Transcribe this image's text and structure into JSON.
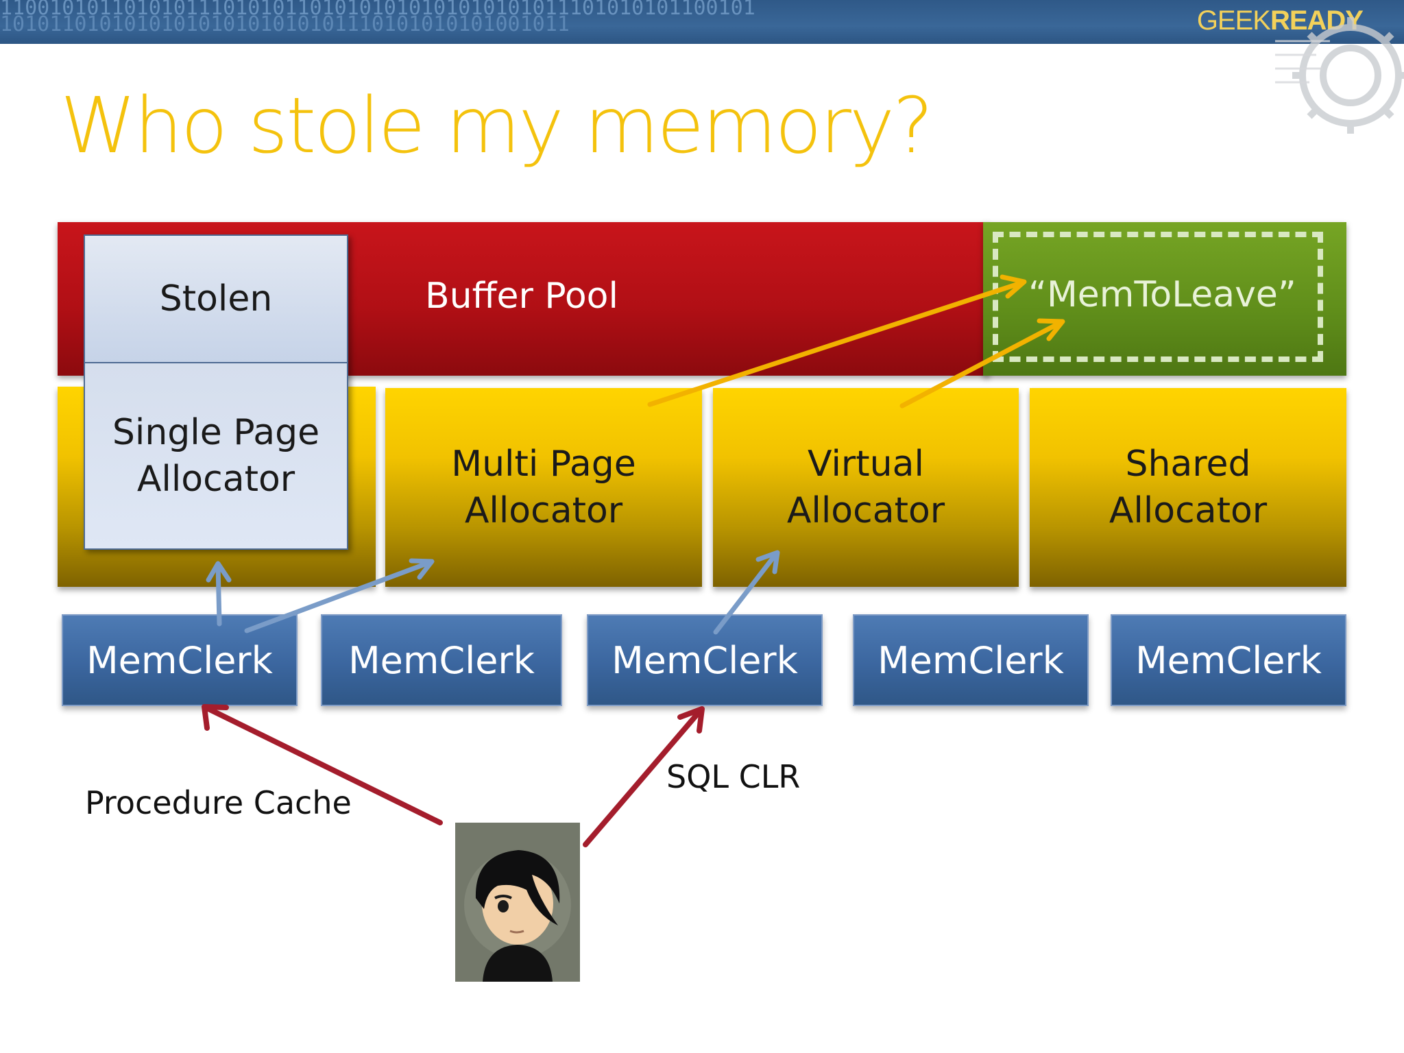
{
  "banner": {
    "binary_line_1": "1100101011010101110101011010101010101010101011101010101100101",
    "binary_line_2": "1010110101010101010101010101110101010101001011",
    "logo_part_1": "GEEK",
    "logo_part_2": "READY"
  },
  "slide": {
    "title": "Who stole my memory?"
  },
  "regions": {
    "buffer_pool": "Buffer Pool",
    "memtoleave": "“MemToLeave”",
    "stolen": "Stolen"
  },
  "allocators": {
    "single_page_line1": "Single Page",
    "single_page_line2": "Allocator",
    "multi_page_line1": "Multi Page",
    "multi_page_line2": "Allocator",
    "virtual_line1": "Virtual",
    "virtual_line2": "Allocator",
    "shared_line1": "Shared",
    "shared_line2": "Allocator"
  },
  "memclerks": [
    "MemClerk",
    "MemClerk",
    "MemClerk",
    "MemClerk",
    "MemClerk"
  ],
  "consumers": {
    "procedure_cache": "Procedure Cache",
    "sql_clr": "SQL CLR"
  },
  "colors": {
    "title": "#f4c20d",
    "buffer_pool": "#b10f15",
    "memtoleave": "#5f8d1a",
    "allocator": "#f1c200",
    "memclerk": "#3b669f",
    "arrow_blue": "#7a9cc8",
    "arrow_yellow": "#f2b200",
    "arrow_red": "#a41d2c"
  }
}
